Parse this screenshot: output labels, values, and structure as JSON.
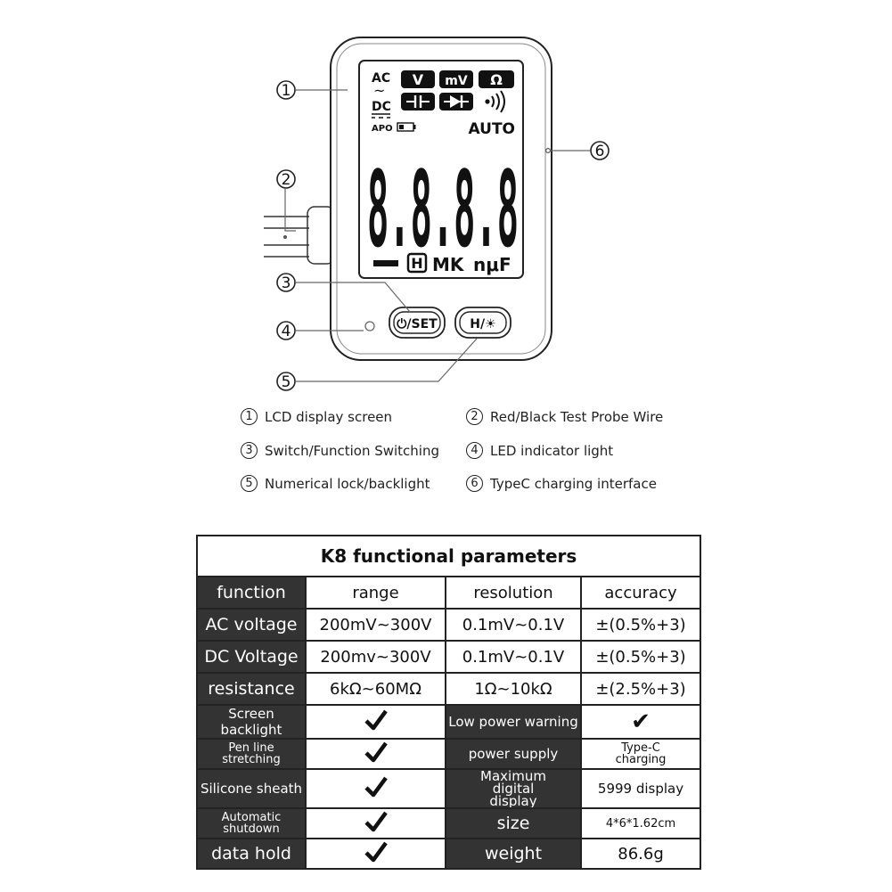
{
  "device": {
    "lcd": {
      "ac": "AC",
      "ac_symbol": "~",
      "dc": "DC",
      "apo": "APO",
      "auto": "AUTO",
      "mode_v": "V",
      "mode_mv": "mV",
      "mode_ohm": "Ω",
      "mode_cap": "⊣⊢",
      "mode_diode": "▶|",
      "mode_buzzer": "•))",
      "digits": "8.8.8.8",
      "bottom_h": "H",
      "bottom_mk": "MK",
      "bottom_unit": "nμF"
    },
    "buttons": {
      "power_set": "⏻/SET",
      "hold_light": "H/☀"
    },
    "callouts": [
      "1",
      "2",
      "3",
      "4",
      "5",
      "6"
    ]
  },
  "legend": [
    {
      "num": "1",
      "text": "LCD display screen"
    },
    {
      "num": "2",
      "text": "Red/Black Test Probe Wire"
    },
    {
      "num": "3",
      "text": "Switch/Function Switching"
    },
    {
      "num": "4",
      "text": "LED indicator light"
    },
    {
      "num": "5",
      "text": "Numerical lock/backlight"
    },
    {
      "num": "6",
      "text": "TypeC charging interface"
    }
  ],
  "table": {
    "title": "K8 functional parameters",
    "headers": [
      "function",
      "range",
      "resolution",
      "accuracy"
    ],
    "rows3": [
      [
        "AC voltage",
        "200mV~300V",
        "0.1mV~0.1V",
        "±(0.5%+3)"
      ],
      [
        "DC Voltage",
        "200mv~300V",
        "0.1mV~0.1V",
        "±(0.5%+3)"
      ],
      [
        "resistance",
        "6kΩ~60MΩ",
        "1Ω~10kΩ",
        "±(2.5%+3)"
      ]
    ],
    "features": [
      {
        "left": "Screen backlight",
        "right_label": "Low power warning",
        "right_value": "✔"
      },
      {
        "left": "Pen line stretching",
        "right_label": "power supply",
        "right_value": "Type-C charging"
      },
      {
        "left": "Silicone sheath",
        "right_label": "Maximum digital display",
        "right_value": "5999 display"
      },
      {
        "left": "Automatic shutdown",
        "right_label": "size",
        "right_value": "4*6*1.62cm"
      },
      {
        "left": "data hold",
        "right_label": "weight",
        "right_value": "86.6g"
      }
    ]
  }
}
